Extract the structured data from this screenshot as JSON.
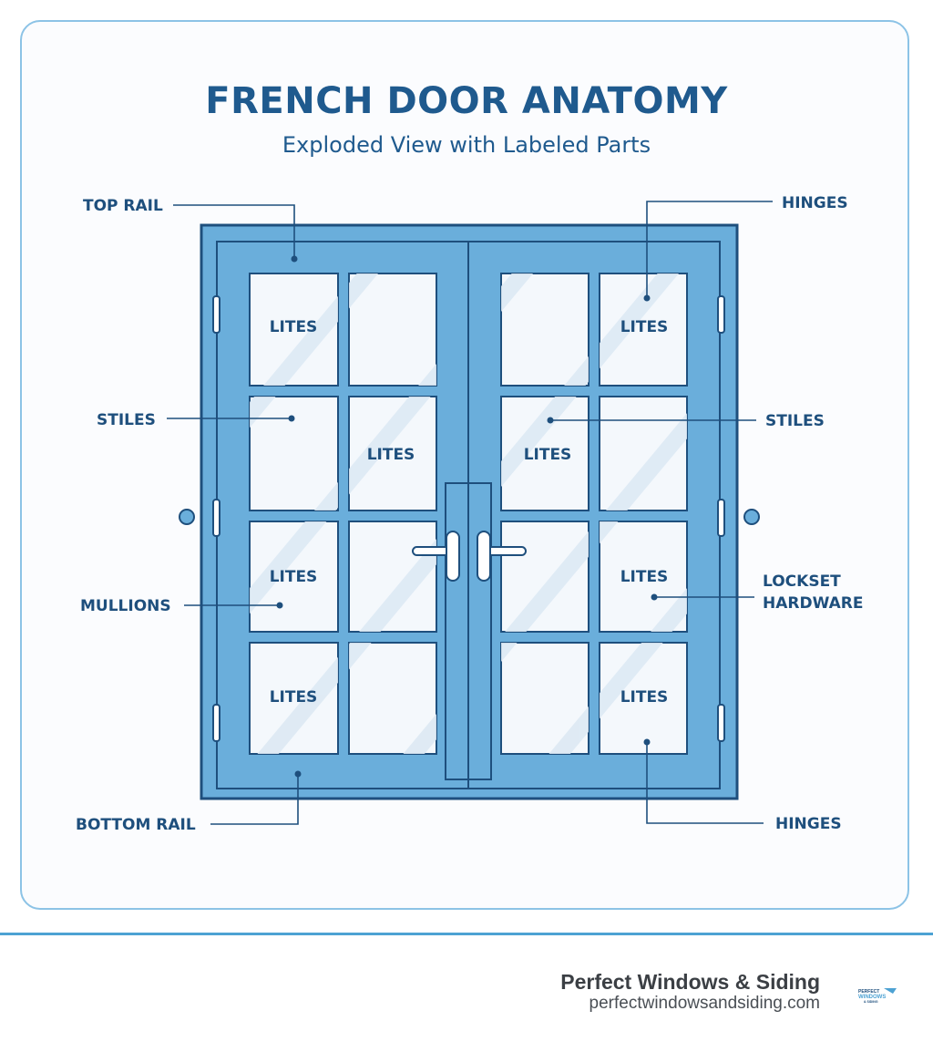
{
  "header": {
    "title": "FRENCH DOOR ANATOMY",
    "subtitle": "Exploded View with Labeled Parts"
  },
  "callouts": {
    "top_rail": "TOP RAIL",
    "hinges_top": "HINGES",
    "stiles_left": "STILES",
    "stiles_right": "STILES",
    "mullions": "MULLIONS",
    "lockset_line1": "LOCKSET",
    "lockset_line2": "HARDWARE",
    "bottom_rail": "BOTTOM RAIL",
    "hinges_bottom": "HINGES"
  },
  "lites": {
    "lite_1": "LITES",
    "lite_2": "LITES",
    "lite_3": "LITES",
    "lite_4": "LITES",
    "lite_5": "LITES",
    "lite_6": "LITES",
    "lite_7": "LITES",
    "lite_8": "LITES"
  },
  "footer": {
    "company": "Perfect Windows & Siding",
    "url": "perfectwindowsandsiding.com",
    "logo_line1": "PERFECT",
    "logo_line2": "WINDOWS",
    "logo_line3": "& SIDING"
  },
  "colors": {
    "frame": "#6aaedb",
    "outline": "#1e4f7d",
    "glass": "#f4f8fc",
    "title": "#1f5a8e",
    "accent_line": "#4da2d3"
  }
}
